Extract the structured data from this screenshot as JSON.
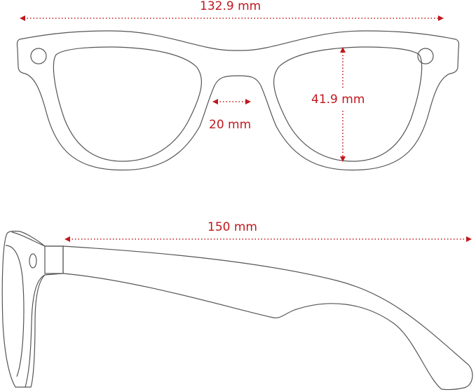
{
  "diagram": {
    "front_view": {
      "total_width": {
        "value": 132.9,
        "unit": "mm",
        "label": "132.9 mm"
      },
      "lens_height": {
        "value": 41.9,
        "unit": "mm",
        "label": "41.9 mm"
      },
      "bridge_width": {
        "value": 20,
        "unit": "mm",
        "label": "20 mm"
      }
    },
    "side_view": {
      "temple_length": {
        "value": 150,
        "unit": "mm",
        "label": "150 mm"
      }
    },
    "colors": {
      "dimension": "#c0181e",
      "outline": "#555555",
      "background": "#ffffff"
    }
  }
}
